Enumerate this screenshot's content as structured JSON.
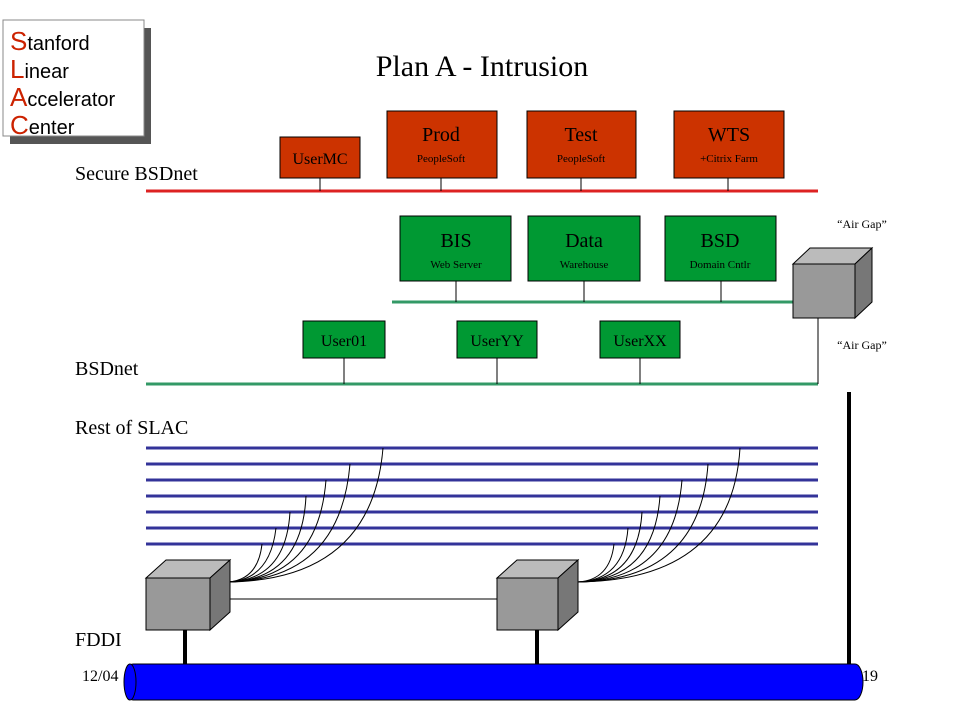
{
  "title": "Plan A - Intrusion",
  "logo": {
    "lines": [
      {
        "initial": "S",
        "rest": "tanford"
      },
      {
        "initial": "L",
        "rest": "inear"
      },
      {
        "initial": "A",
        "rest": "ccelerator"
      },
      {
        "initial": "C",
        "rest": "enter"
      }
    ]
  },
  "colors": {
    "red_box": "#cc3300",
    "green_box": "#009933",
    "secure_line": "#dd2222",
    "bsd_line": "#339966",
    "slac_lines": "#333399",
    "fddi_ring": "#0000ff",
    "cube_front": "#999999",
    "cube_side": "#777777",
    "cube_top": "#bbbbbb"
  },
  "network_labels": {
    "secure": "Secure BSDnet",
    "bsdnet": "BSDnet",
    "rest": "Rest of SLAC",
    "fddi": "FDDI"
  },
  "secure_boxes": [
    {
      "id": "userMC",
      "label": "UserMC",
      "sub": ""
    },
    {
      "id": "prod",
      "label": "Prod",
      "sub": "PeopleSoft"
    },
    {
      "id": "test",
      "label": "Test",
      "sub": "PeopleSoft"
    },
    {
      "id": "wts",
      "label": "WTS",
      "sub": "+Citrix Farm"
    }
  ],
  "server_boxes": [
    {
      "id": "bis",
      "label": "BIS",
      "sub": "Web Server"
    },
    {
      "id": "data",
      "label": "Data",
      "sub": "Warehouse"
    },
    {
      "id": "bsd",
      "label": "BSD",
      "sub": "Domain Cntlr"
    }
  ],
  "user_boxes": [
    {
      "id": "user01",
      "label": "User01"
    },
    {
      "id": "userYY",
      "label": "UserYY"
    },
    {
      "id": "userXX",
      "label": "UserXX"
    }
  ],
  "air_gap_top": "“Air Gap”",
  "air_gap_bottom": "“Air Gap”",
  "footer": {
    "date": "12/04",
    "page": "19"
  }
}
